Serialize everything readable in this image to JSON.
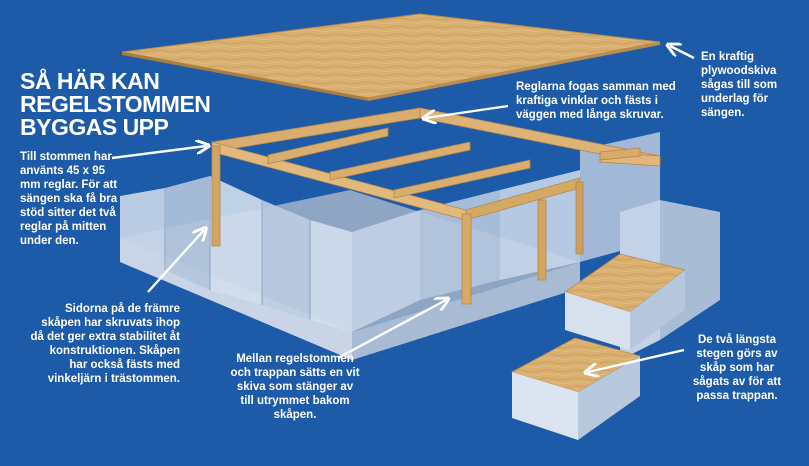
{
  "title": {
    "line1": "SÅ HÄR KAN",
    "line2": "REGELSTOMMEN",
    "line3": "BYGGAS UPP"
  },
  "callouts": {
    "plywood": "En kraftig plywoodskiva sågas till som underlag för sängen.",
    "beams": "Reglarna fogas samman med kraftiga vinklar och fästs i väggen med långa skruvar.",
    "frame": "Till stommen har använts 45 x 95 mm reglar. För att sängen ska få bra stöd sitter det två reglar på mitten under den.",
    "cabinets": "Sidorna på de främre skåpen har skruvats ihop då det ger extra stabilitet åt konstruktionen. Skåpen har också fästs med vinkeljärn i trästommen.",
    "board": "Mellan regelstommen och trappan sätts en vit skiva som stänger av till utrymmet bakom skåpen.",
    "stairs": "De två längsta stegen görs av skåp som har sågats av för att passa trappan."
  },
  "colors": {
    "background": "#1d5aa8",
    "wood": "#d7ac6e",
    "panel": "#b9c8dc",
    "arrow": "#ffffff"
  }
}
